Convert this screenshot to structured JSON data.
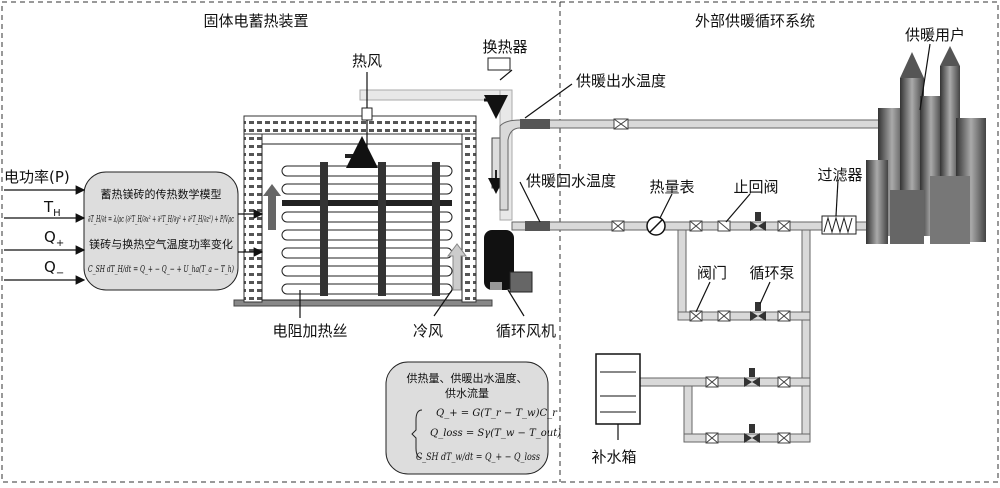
{
  "sections": {
    "left_title": "固体电蓄热装置",
    "right_title": "外部供暖循环系统"
  },
  "labels": {
    "hot_air": "热风",
    "heat_exchanger": "换热器",
    "supply_temp": "供暖出水温度",
    "return_temp": "供暖回水温度",
    "heat_meter": "热量表",
    "check_valve": "止回阀",
    "filter": "过滤器",
    "heating_user": "供暖用户",
    "valve": "阀门",
    "circ_pump": "循环泵",
    "heating_wire": "电阻加热丝",
    "cold_air": "冷风",
    "circ_fan": "循环风机",
    "makeup_tank": "补水箱"
  },
  "inputs": {
    "power": "电功率(P)",
    "t_h": "T",
    "t_h_sub": "H",
    "q_plus": "Q",
    "q_plus_sub": "+",
    "q_minus": "Q",
    "q_minus_sub": "−"
  },
  "model_box": {
    "title1": "蓄热镁砖的传热数学模型",
    "eq1": "∂T_H/∂t = λ/ρc (∂²T_H/∂x² + ∂²T_H/∂y² + ∂²T_H/∂z²) + P/Vρc",
    "title2": "镁砖与换热空气温度功率变化",
    "eq2": "C_SH dT_H/dt = Q_+ − Q_− + U_ha(T_a − T_h)"
  },
  "output_box": {
    "title1": "供热量、供暖出水温度、",
    "title2": "供水流量",
    "eq1": "Q_+ = G(T_r − T_w)C_r",
    "eq2": "Q_loss = Sγ(T_w − T_out)",
    "eq3": "C_SH dT_w/dt = Q_+ − Q_loss"
  }
}
